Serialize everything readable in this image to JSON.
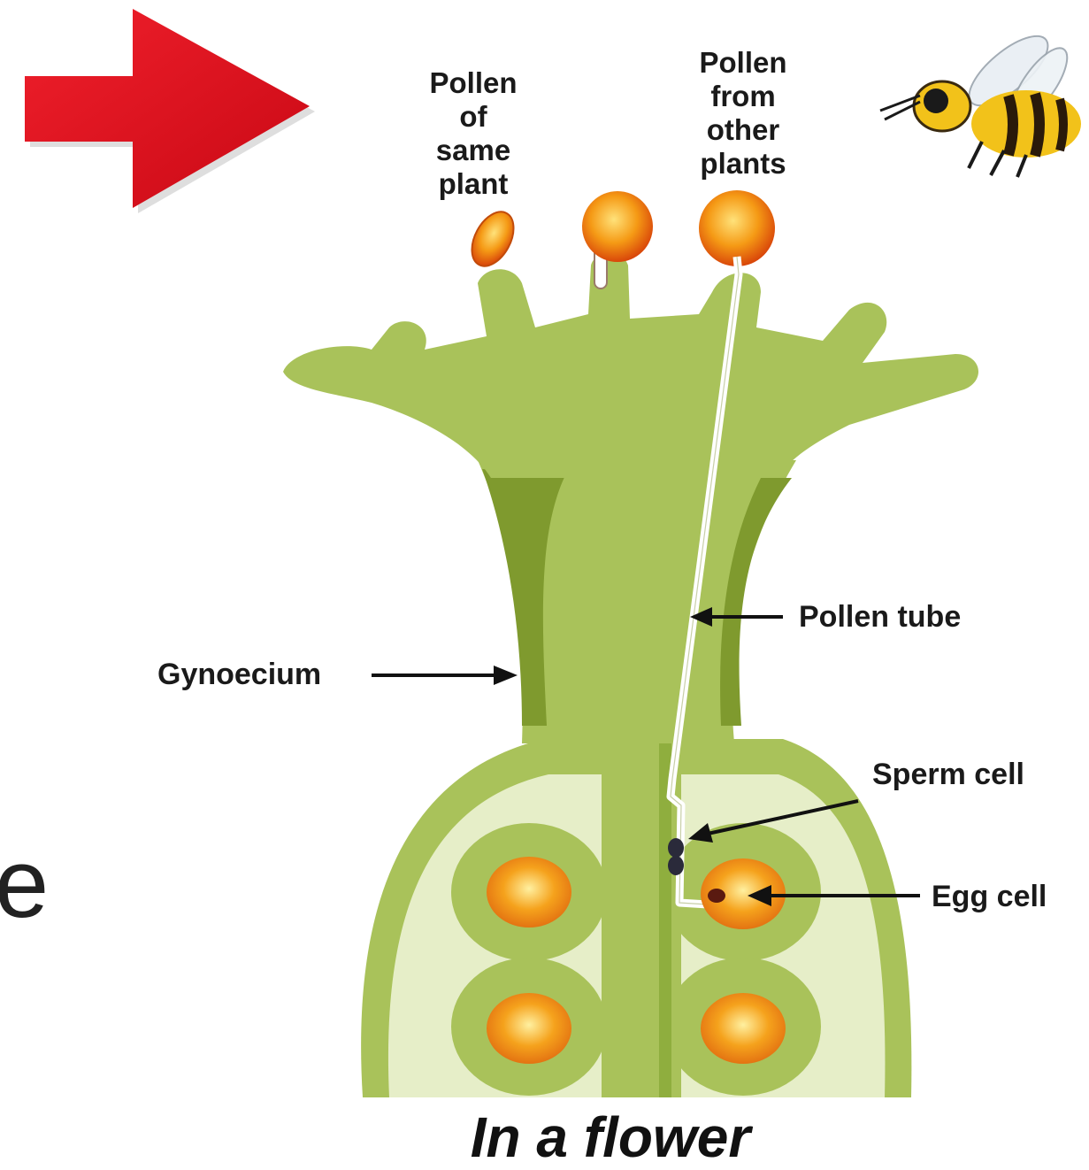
{
  "labels": {
    "pollen_same": [
      "Pollen",
      "of",
      "same",
      "plant"
    ],
    "pollen_other": [
      "Pollen",
      "from",
      "other",
      "plants"
    ],
    "pollen_tube": "Pollen tube",
    "gynoecium": "Gynoecium",
    "sperm_cell": "Sperm cell",
    "egg_cell": "Egg cell"
  },
  "caption": "In a flower",
  "edge_text": "e",
  "colors": {
    "arrow_red": "#e01020",
    "plant_green": "#a9c25a",
    "plant_dark": "#7f9a2e",
    "ovary_light": "#e6eec8",
    "pollen_orange": "#f08a10",
    "tube_white": "#ffffff"
  },
  "icons": [
    "red-arrow-icon",
    "bee-icon"
  ]
}
